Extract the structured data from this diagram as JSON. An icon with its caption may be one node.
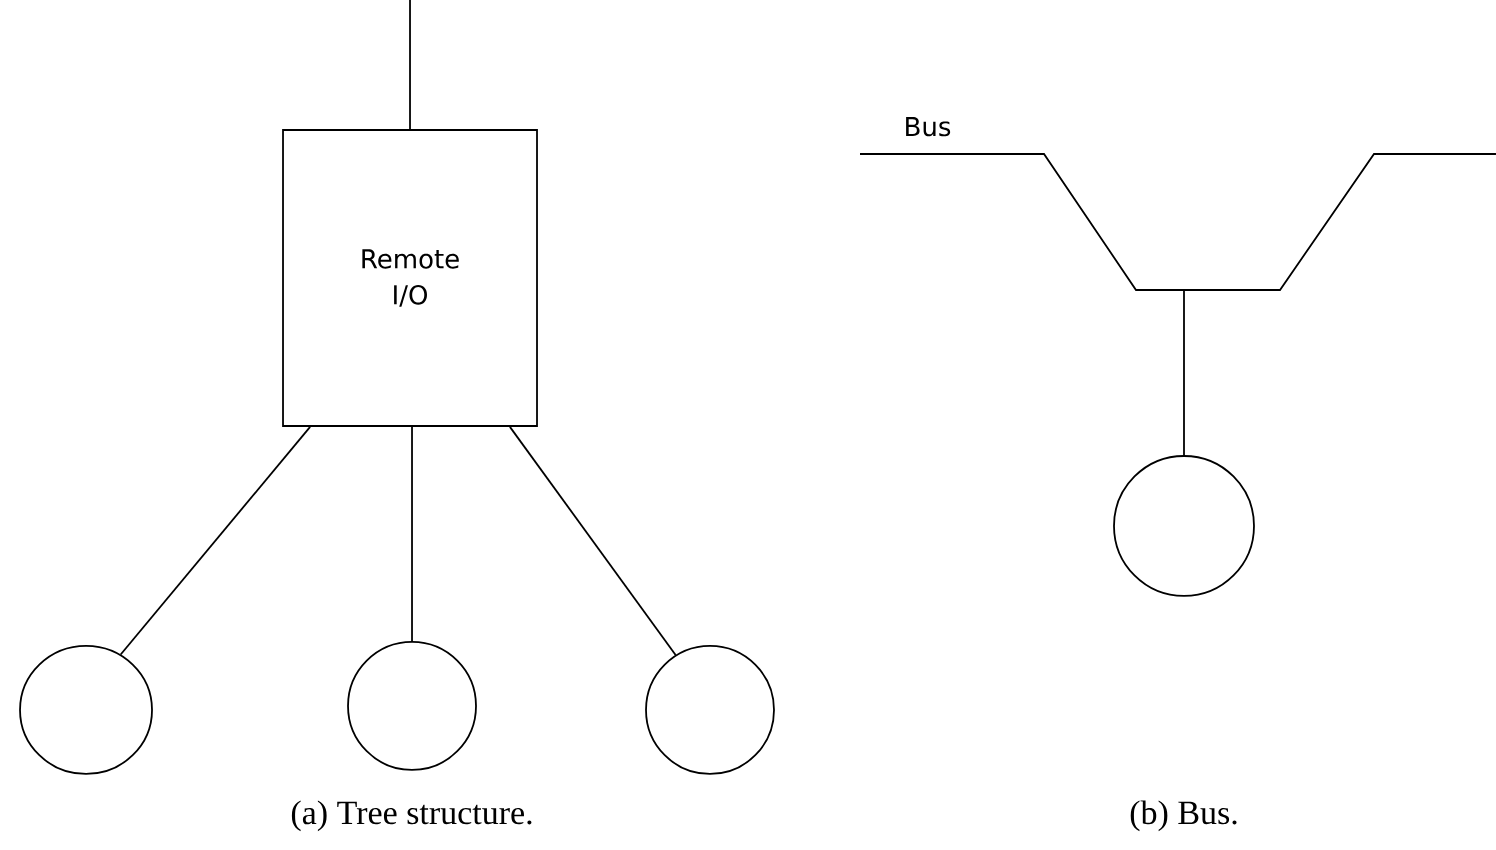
{
  "diagram": {
    "nodes": [
      {
        "text": [
          "Remote I/O"
        ]
      },
      {
        "text": [],
        "shape": "circle"
      },
      {
        "text": [],
        "shape": "circle"
      },
      {
        "text": [],
        "shape": "circle"
      },
      {
        "text": [
          "Bus"
        ]
      },
      {
        "text": [],
        "shape": "circle"
      }
    ],
    "edges": [
      {
        "from": null,
        "to": 0,
        "arrow": "none"
      },
      {
        "from": 0,
        "to": 1,
        "arrow": "none"
      },
      {
        "from": 0,
        "to": 2,
        "arrow": "none"
      },
      {
        "from": 0,
        "to": 3,
        "arrow": "none"
      },
      {
        "from": 4,
        "to": 5,
        "arrow": "none"
      }
    ],
    "labels": [
      "(a) Tree structure.",
      "(b) Bus."
    ]
  }
}
